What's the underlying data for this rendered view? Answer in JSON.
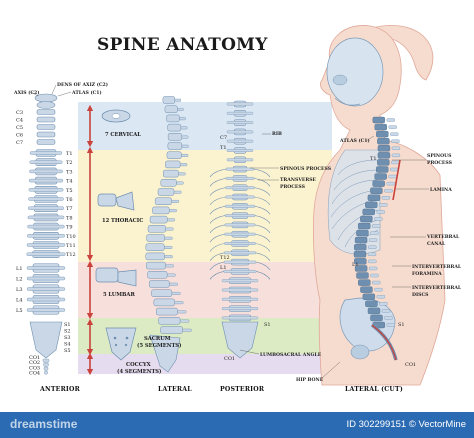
{
  "title": "SPINE ANATOMY",
  "colors": {
    "cervical": "#dbe7f3",
    "thoracic": "#fbf3d0",
    "lumbar": "#f7dfdc",
    "sacral": "#dcebc4",
    "coccyx": "#e6dcef",
    "bone": "#c9d7e6",
    "bone_dark": "#6f8fb0",
    "arrow": "#c9433c",
    "body": "#f6dccf"
  },
  "anterior": {
    "top_labels": {
      "dens": "DENS OF AXIZ (C2)",
      "atlas": "ATLAS (C1)",
      "axis": "AXIS (C2)"
    },
    "levels_right": [
      "T1",
      "T2",
      "T3",
      "T4",
      "T5",
      "T6",
      "T7",
      "T8",
      "T9",
      "T10",
      "T11",
      "T12"
    ],
    "levels_cervical": [
      "C3",
      "C4",
      "C5",
      "C6",
      "C7"
    ],
    "levels_lumbar": [
      "L1",
      "L2",
      "L3",
      "L4",
      "L5"
    ],
    "levels_sacral": [
      "S1",
      "S2",
      "S3",
      "S4",
      "S5"
    ],
    "levels_coccyx": [
      "CO1",
      "CO2",
      "CO3",
      "CO4"
    ]
  },
  "regions": {
    "cervical": "7 CERVICAL",
    "thoracic": "12 THORACIC",
    "lumbar": "5 LUMBAR",
    "sacrum": "SACRUM",
    "sacrum_sub": "(5 SEGMENTS)",
    "coccyx": "COCCYX",
    "coccyx_sub": "(4 SEGMENTS)"
  },
  "posterior": {
    "rib": "RIB",
    "spinous": "SPINOUS PROCESS",
    "transverse_1": "TRANSVERSE",
    "transverse_2": "PROCESS",
    "lumbosacral": "LUMBOSACRAL ANGLE",
    "c7": "C7",
    "t1": "T1",
    "t12": "T12",
    "l1": "L1",
    "s1": "S1",
    "co1": "CO1"
  },
  "lateral_cut": {
    "atlas": "ATLAS (C1)",
    "spinous_1": "SPINOUS",
    "spinous_2": "PROCESS",
    "lamina": "LAMINA",
    "canal_1": "VERTEBRAL",
    "canal_2": "CANAL",
    "foramina_1": "INTERVERTEBRAL",
    "foramina_2": "FORAMINA",
    "discs_1": "INTERVERTEBRAL",
    "discs_2": "DISCS",
    "hip": "HIP BONE",
    "t1": "T1",
    "l1": "L1",
    "s1": "S1",
    "co1": "CO1"
  },
  "views": [
    "ANTERIOR",
    "LATERAL",
    "POSTERIOR",
    "LATERAL (CUT)"
  ],
  "footer": {
    "watermark": "dreamstime",
    "credit": "ID 302299151 © VectorMine"
  }
}
